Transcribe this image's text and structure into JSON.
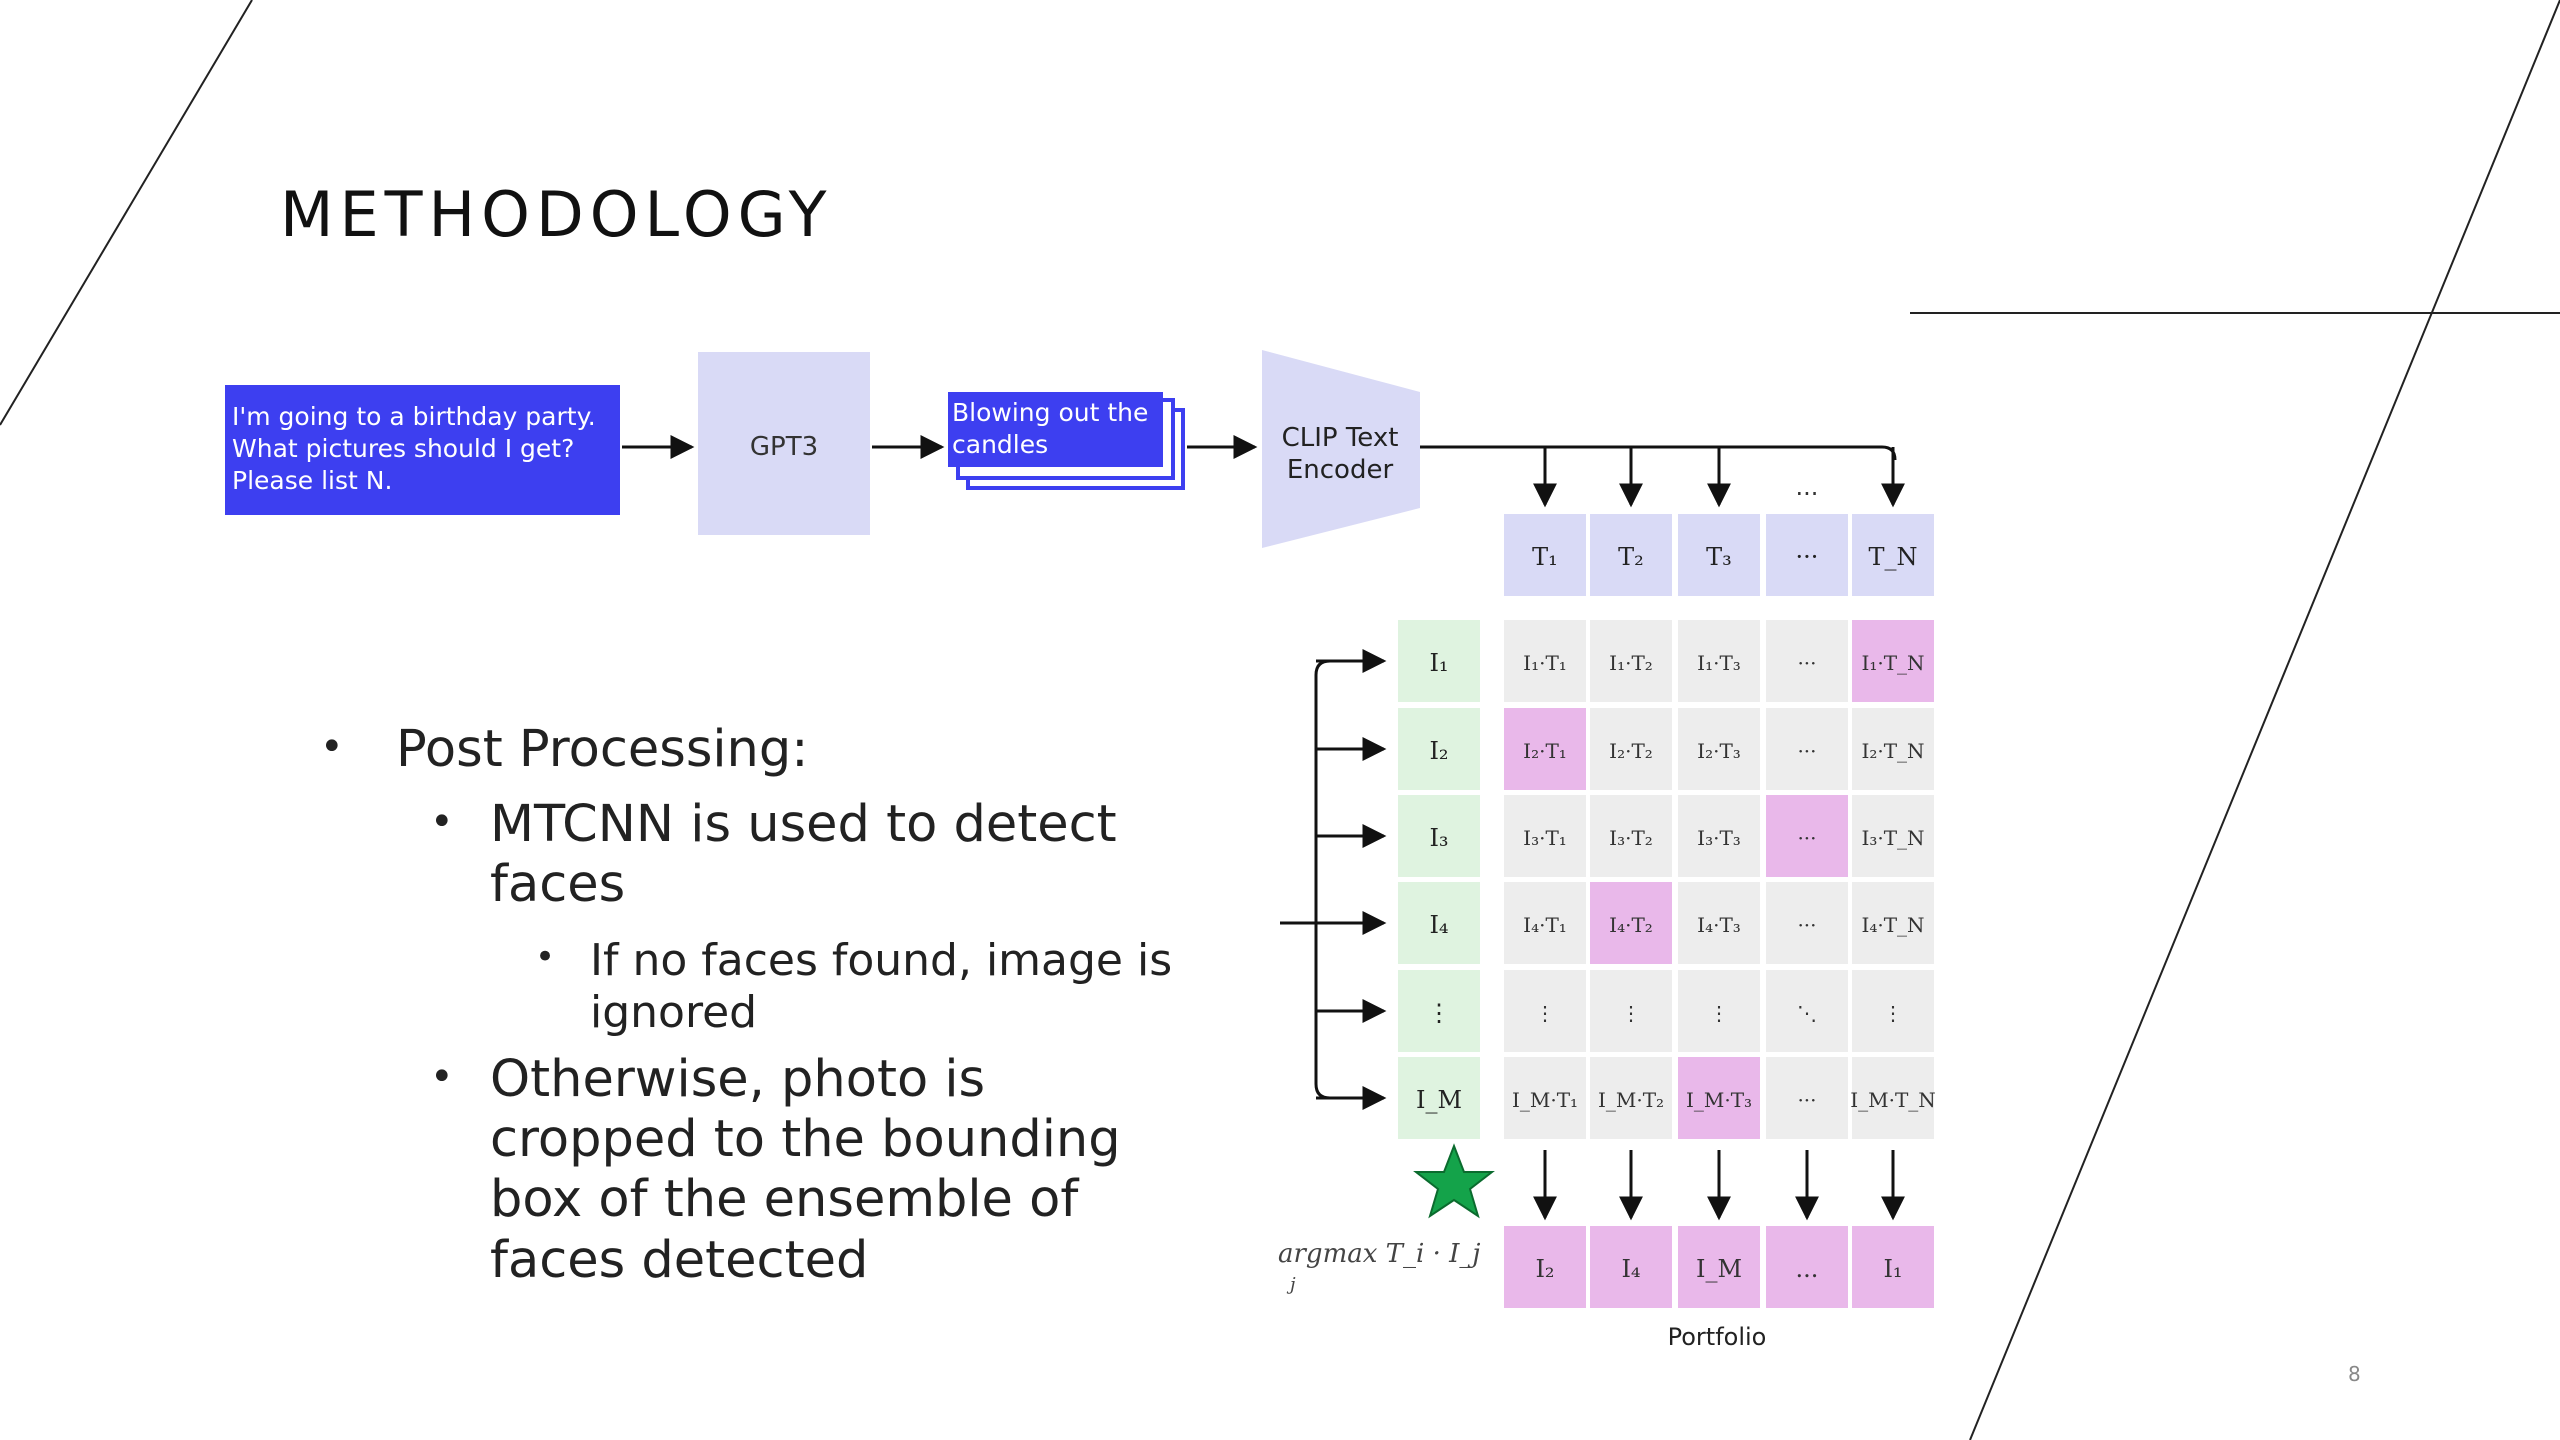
{
  "slide": {
    "title": "METHODOLOGY",
    "page_number": "8"
  },
  "bullets": {
    "b1": "Post Processing:",
    "b2": "MTCNN is used to detect\nfaces",
    "b3": "If no faces found, image is\nignored",
    "b4": "Otherwise, photo is\ncropped to the bounding\nbox of the ensemble of\nfaces detected"
  },
  "diagram": {
    "prompt_box": "I'm going to a birthday party.\nWhat pictures should I get?\nPlease list N.",
    "gpt_label": "GPT3",
    "caption_box": "Blowing out the\ncandles",
    "encoder_label": "CLIP Text\nEncoder",
    "text_headers": [
      "T₁",
      "T₂",
      "T₃",
      "···",
      "T_N"
    ],
    "image_rows": [
      "I₁",
      "I₂",
      "I₃",
      "I₄",
      "⋮",
      "I_M"
    ],
    "matrix": [
      [
        "I₁·T₁",
        "I₁·T₂",
        "I₁·T₃",
        "···",
        "I₁·T_N"
      ],
      [
        "I₂·T₁",
        "I₂·T₂",
        "I₂·T₃",
        "···",
        "I₂·T_N"
      ],
      [
        "I₃·T₁",
        "I₃·T₂",
        "I₃·T₃",
        "···",
        "I₃·T_N"
      ],
      [
        "I₄·T₁",
        "I₄·T₂",
        "I₄·T₃",
        "···",
        "I₄·T_N"
      ],
      [
        "⋮",
        "⋮",
        "⋮",
        "⋱",
        "⋮"
      ],
      [
        "I_M·T₁",
        "I_M·T₂",
        "I_M·T₃",
        "···",
        "I_M·T_N"
      ]
    ],
    "highlighted_cells": [
      [
        0,
        4
      ],
      [
        1,
        0
      ],
      [
        2,
        3
      ],
      [
        3,
        1
      ],
      [
        5,
        2
      ]
    ],
    "top_dots": "...",
    "argmax_label": "argmax T_i · I_j",
    "argmax_sub": "j",
    "portfolio_cells": [
      "I₂",
      "I₄",
      "I_M",
      "...",
      "I₁"
    ],
    "portfolio_label": "Portfolio",
    "colors": {
      "blue_box": "#3d3ff0",
      "lavender": "#d9daf6",
      "green": "#dff3e0",
      "grey": "#ededed",
      "pink": "#e9b8ea",
      "star": "#14a34a"
    }
  }
}
